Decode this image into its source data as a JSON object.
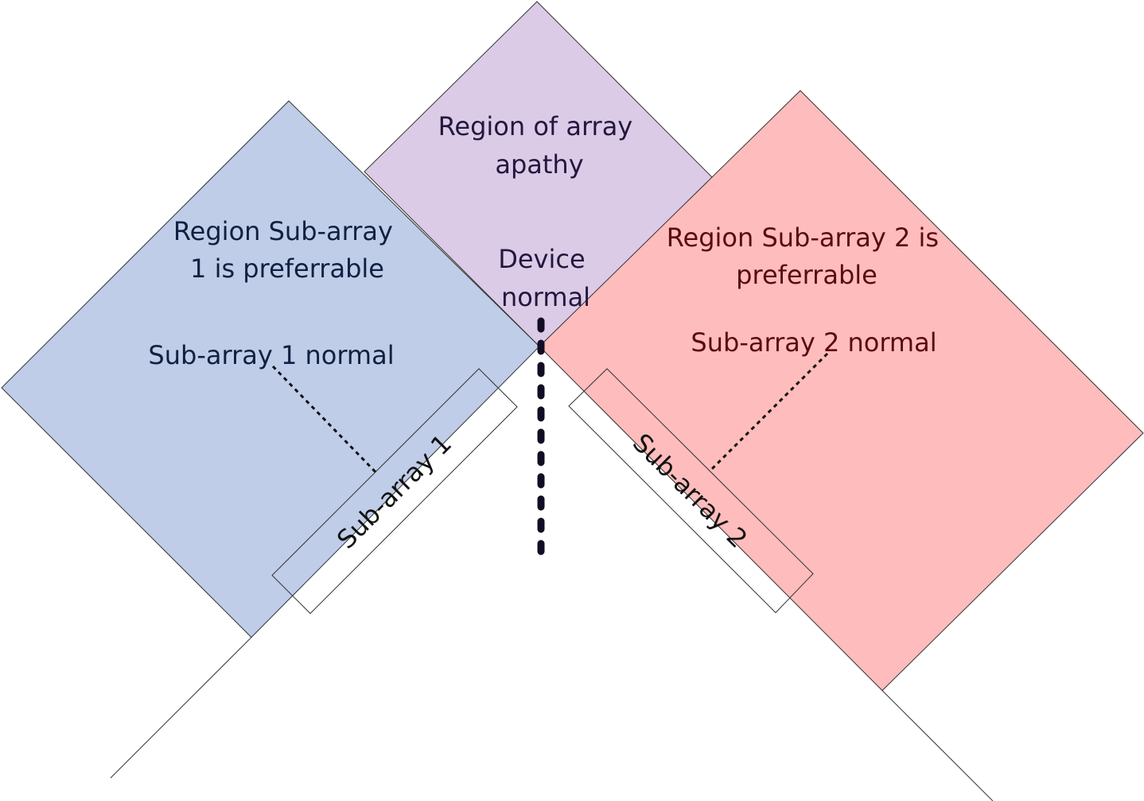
{
  "colors": {
    "region_sub_array_1": "#bfcde8",
    "region_apathy": "#dccbe6",
    "region_sub_array_2": "#ffbcbd",
    "outline": "#333333",
    "device_normal_line": "#130d24"
  },
  "regions": {
    "apathy": {
      "lines": [
        "Region of array",
        "apathy"
      ]
    },
    "sub_array_1": {
      "lines": [
        "Region Sub-array",
        "1 is preferrable"
      ]
    },
    "sub_array_2": {
      "lines": [
        "Region Sub-array 2 is",
        "preferrable"
      ]
    }
  },
  "normals": {
    "device": {
      "lines": [
        "Device",
        "normal"
      ]
    },
    "sub_array_1": "Sub-array 1 normal",
    "sub_array_2": "Sub-array 2 normal"
  },
  "sub_arrays": {
    "one": "Sub-array 1",
    "two": "Sub-array 2"
  }
}
